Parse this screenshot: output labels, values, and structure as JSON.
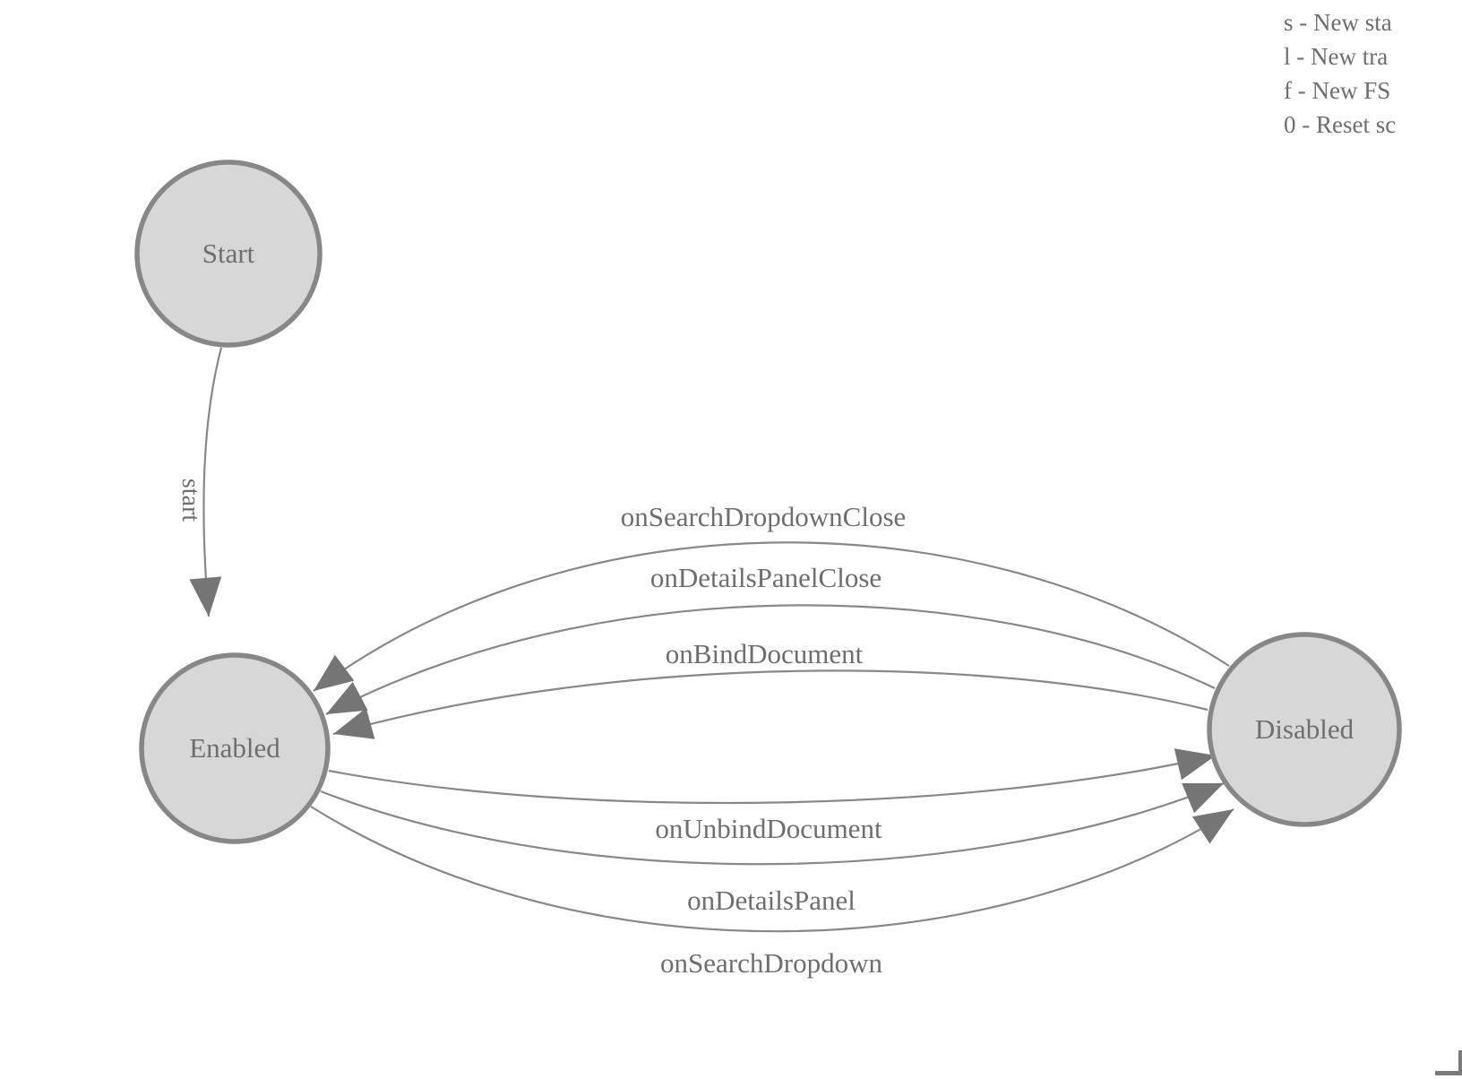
{
  "legend": {
    "lines": [
      "s - New sta",
      "l - New tra",
      "f - New FS",
      "0 - Reset sc"
    ]
  },
  "states": {
    "start": "Start",
    "enabled": "Enabled",
    "disabled": "Disabled"
  },
  "transitions": {
    "start": "start",
    "onSearchDropdownClose": "onSearchDropdownClose",
    "onDetailsPanelClose": "onDetailsPanelClose",
    "onBindDocument": "onBindDocument",
    "onUnbindDocument": "onUnbindDocument",
    "onDetailsPanel": "onDetailsPanel",
    "onSearchDropdown": "onSearchDropdown"
  },
  "colors": {
    "state_fill": "#d7d7d7",
    "state_stroke": "#878787",
    "edge_stroke": "#888888",
    "arrow_fill": "#757575",
    "text": "#6e6e6e"
  }
}
